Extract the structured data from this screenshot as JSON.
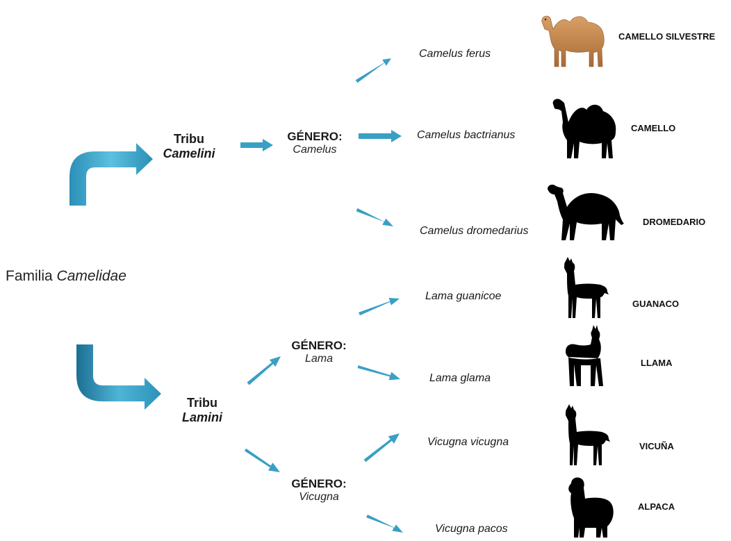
{
  "family": {
    "prefix": "Familia",
    "name": "Camelidae"
  },
  "tribes": [
    {
      "label": "Tribu",
      "name": "Camelini"
    },
    {
      "label": "Tribu",
      "name": "Lamini"
    }
  ],
  "genera": [
    {
      "label": "GÉNERO:",
      "name": "Camelus"
    },
    {
      "label": "GÉNERO:",
      "name": "Lama"
    },
    {
      "label": "GÉNERO:",
      "name": "Vicugna"
    }
  ],
  "species": [
    {
      "scientific": "Camelus ferus",
      "common": "CAMELLO SILVESTRE",
      "icon": "bactrian-camel-photo-icon"
    },
    {
      "scientific": "Camelus bactrianus",
      "common": "CAMELLO",
      "icon": "bactrian-camel-icon"
    },
    {
      "scientific": "Camelus dromedarius",
      "common": "DROMEDARIO",
      "icon": "dromedary-icon"
    },
    {
      "scientific": "Lama guanicoe",
      "common": "GUANACO",
      "icon": "guanaco-icon"
    },
    {
      "scientific": "Lama glama",
      "common": "LLAMA",
      "icon": "llama-icon"
    },
    {
      "scientific": "Vicugna vicugna",
      "common": "VICUÑA",
      "icon": "vicuna-icon"
    },
    {
      "scientific": "Vicugna pacos",
      "common": "ALPACA",
      "icon": "alpaca-icon"
    }
  ],
  "colors": {
    "arrow": "#3a9fc4",
    "arrow_dark": "#1e7396",
    "silhouette": "#000000",
    "camel_photo": "#c98a4d"
  }
}
